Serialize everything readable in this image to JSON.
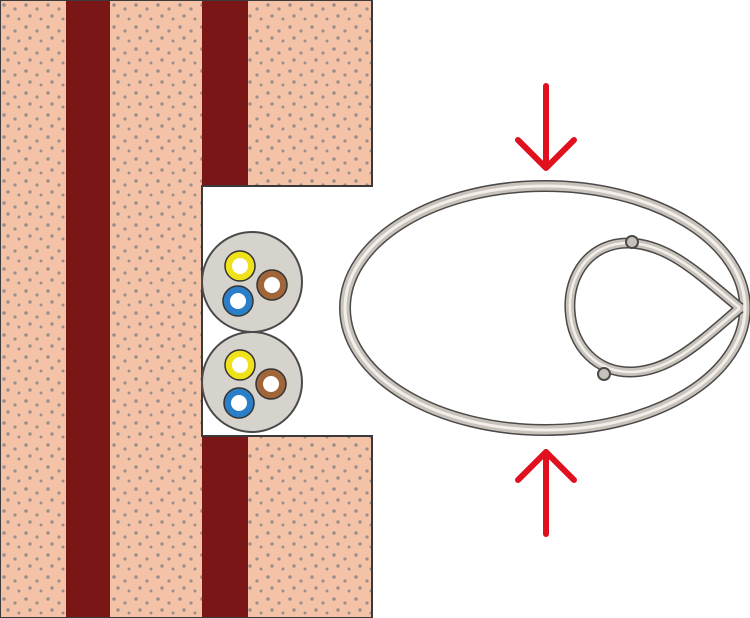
{
  "diagram": {
    "colors": {
      "wall_fill": "#f4c3a7",
      "wall_dots": "#9a8f8a",
      "stud": "#7a1616",
      "outline": "#3a3a3a",
      "cable_sheath": "#d6d2cc",
      "wire_yellow": "#f0e21a",
      "wire_brown": "#a0663a",
      "wire_blue": "#2a7fc8",
      "wire_core": "#ffffff",
      "grommet": "#c8c2ba",
      "grommet_inner": "#f2efea",
      "arrow": "#e0101e"
    },
    "components": {
      "wall": "wall-section-with-recess",
      "studs": [
        "stud-left",
        "stud-right"
      ],
      "cables": [
        "cable-upper",
        "cable-lower"
      ],
      "cable_conductors": [
        "yellow",
        "brown",
        "blue"
      ],
      "grommet": "cable-grommet-loop",
      "arrows": [
        "compress-arrow-top",
        "compress-arrow-bottom"
      ]
    }
  }
}
